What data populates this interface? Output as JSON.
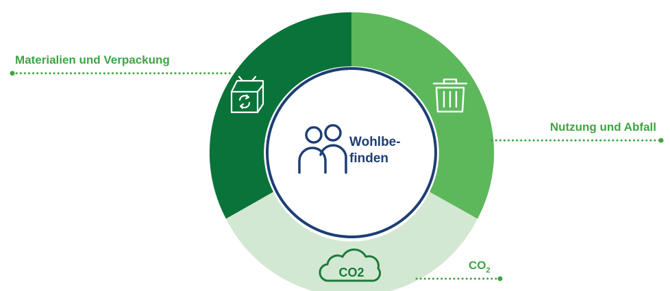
{
  "segments": [
    {
      "label": "Materialien und Verpackung",
      "icon": "recycle-box-icon",
      "color": "#0a7339"
    },
    {
      "label": "Nutzung und Abfall",
      "icon": "trash-bin-icon",
      "color": "#5db85c"
    },
    {
      "label": "CO",
      "label_sub": "2",
      "icon": "co2-cloud-icon",
      "icon_text": "CO2",
      "color": "#d3e8d2"
    }
  ],
  "center": {
    "line1": "Wohlbe-",
    "line2": "finden",
    "icon": "people-icon",
    "text_color": "#1d3e74",
    "border_color": "#1d3e74"
  },
  "label_color": "#3fa443"
}
